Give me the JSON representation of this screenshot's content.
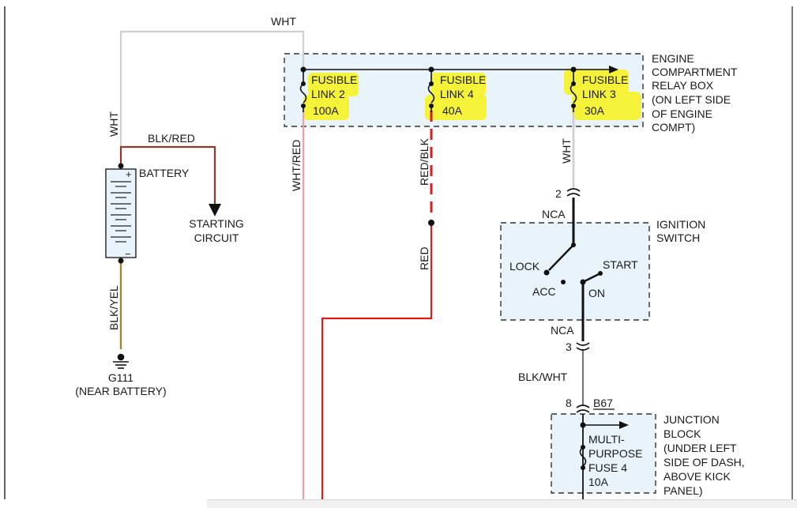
{
  "relay_box": {
    "label_lines": [
      "ENGINE",
      "COMPARTMENT",
      "RELAY BOX",
      "(ON LEFT SIDE",
      "OF ENGINE",
      "COMPT)"
    ]
  },
  "fusible_links": [
    {
      "line1": "FUSIBLE",
      "line2": "LINK 2",
      "rating": "100A"
    },
    {
      "line1": "FUSIBLE",
      "line2": "LINK 4",
      "rating": "40A"
    },
    {
      "line1": "FUSIBLE",
      "line2": "LINK 3",
      "rating": "30A"
    }
  ],
  "wires": {
    "top_wht": "WHT",
    "battery_wht": "WHT",
    "blk_red": "BLK/RED",
    "wht_red": "WHT/RED",
    "red_blk": "RED/BLK",
    "red": "RED",
    "wht_link3": "WHT",
    "blk_yel": "BLK/YEL",
    "blk_wht": "BLK/WHT"
  },
  "battery": {
    "label": "BATTERY",
    "plus": "+",
    "minus": "−"
  },
  "starting_circuit": {
    "lines": [
      "STARTING",
      "CIRCUIT"
    ]
  },
  "ground": {
    "id": "G111",
    "location": "(NEAR BATTERY)"
  },
  "ignition_switch": {
    "label_lines": [
      "IGNITION",
      "SWITCH"
    ],
    "connector_top_pin": "2",
    "connector_top_name": "NCA",
    "connector_bottom_name": "NCA",
    "connector_bottom_pin": "3",
    "positions": {
      "lock": "LOCK",
      "acc": "ACC",
      "on": "ON",
      "start": "START"
    }
  },
  "junction_block": {
    "pin": "8",
    "connector": "B67",
    "label_lines": [
      "JUNCTION",
      "BLOCK",
      "(UNDER LEFT",
      "SIDE OF DASH,",
      "ABOVE KICK",
      "PANEL)"
    ],
    "fuse_lines": [
      "MULTI-",
      "PURPOSE",
      "FUSE 4",
      "10A"
    ]
  },
  "colors": {
    "wht_wire": "#cfcfcf",
    "red_wire": "#e01b1b",
    "pink_wire": "#f2a0a0",
    "black_wire": "#111111",
    "brown_wire": "#8a5a2b",
    "olive_wire": "#9a8a2e",
    "highlight": "#f5f23a",
    "box_fill": "#e8f3fb"
  }
}
